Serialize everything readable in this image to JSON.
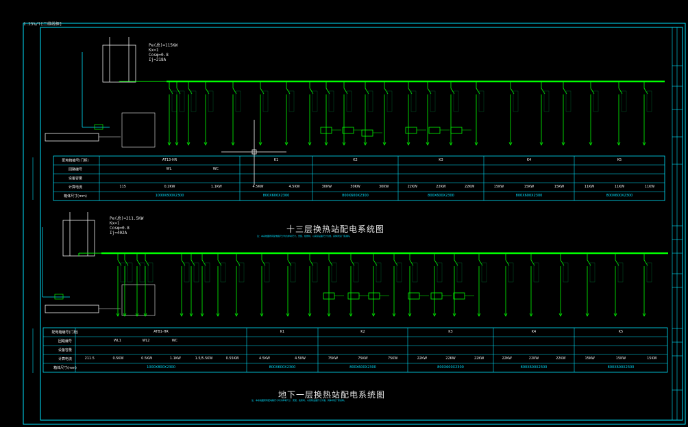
{
  "viewport": {
    "label": "1.25%/l[二维线框]"
  },
  "colors": {
    "frame": "#00e5ff",
    "bus": "#00ff00",
    "feeder": "#00ff00",
    "table": "#00e5ff",
    "text": "#f0f0f0",
    "crosshair": "#ffffff",
    "background": "#000000"
  },
  "top": {
    "info": [
      "Pe(总)=115KW",
      "Kx=1",
      "Cosφ=0.8",
      "Ij=218A"
    ],
    "caption": "十三层换热站配电系统图",
    "note": "注：本系统图所有配电箱尺寸均为参考尺寸，安装、检修时，以实际设备尺寸为准，具体详见厂家资料。",
    "table": {
      "row_labels": [
        "配电箱编号(门柜)",
        "回路编号",
        "设备容量",
        "计算电流",
        "箱体尺寸(mm)"
      ],
      "groups": [
        {
          "name": "AT13-HR",
          "subs": [
            "WL",
            "WC"
          ],
          "cells": [
            "115",
            "0.2KW",
            "1.1KW"
          ],
          "size": "1000X800X2300"
        },
        {
          "name": "K1",
          "cells": [
            "4.5KW",
            "4.5KW"
          ],
          "size": "800X600X2300"
        },
        {
          "name": "K2",
          "cells": [
            "30KW",
            "30KW",
            "30KW"
          ],
          "size": "800X600X2300"
        },
        {
          "name": "K3",
          "cells": [
            "22KW",
            "22KW",
            "22KW"
          ],
          "size": "800X600X2300"
        },
        {
          "name": "K4",
          "cells": [
            "15KW",
            "15KW",
            "15KW"
          ],
          "size": "800X600X2300"
        },
        {
          "name": "K5",
          "cells": [
            "11KW",
            "11KW",
            "11KW"
          ],
          "size": "800X600X2300"
        }
      ]
    }
  },
  "bottom": {
    "info": [
      "Pe(总)=211.5KW",
      "Kx=1",
      "Cosφ=0.8",
      "Ij=402A"
    ],
    "caption": "地下一层换热站配电系统图",
    "note": "注：本系统图所有配电箱尺寸均为参考尺寸，安装、检修时，以实际设备尺寸为准，具体详见厂家资料。",
    "table": {
      "row_labels": [
        "配电箱编号(门柜)",
        "回路编号",
        "设备容量",
        "计算电流",
        "箱体尺寸(mm)"
      ],
      "groups": [
        {
          "name": "ATB1-HR",
          "subs": [
            "WL1",
            "WL2",
            "WC"
          ],
          "cells": [
            "211.5",
            "0.5KW",
            "0.5KW",
            "1.1KW",
            "1.5/5.5KW",
            "0.55KW"
          ],
          "size": "1000X800X2300"
        },
        {
          "name": "K1",
          "cells": [
            "4.5KW",
            "4.5KW"
          ],
          "size": "800X600X2300"
        },
        {
          "name": "K2",
          "cells": [
            "75KW",
            "75KW",
            "75KW"
          ],
          "size": "800X600X2300"
        },
        {
          "name": "K3",
          "cells": [
            "22KW",
            "22KW",
            "22KW"
          ],
          "size": "800X600X2300"
        },
        {
          "name": "K4",
          "cells": [
            "22KW",
            "22KW",
            "22KW"
          ],
          "size": "800X600X2300"
        },
        {
          "name": "K5",
          "cells": [
            "15KW",
            "15KW",
            "15KW"
          ],
          "size": "800X600X2300"
        }
      ]
    }
  }
}
